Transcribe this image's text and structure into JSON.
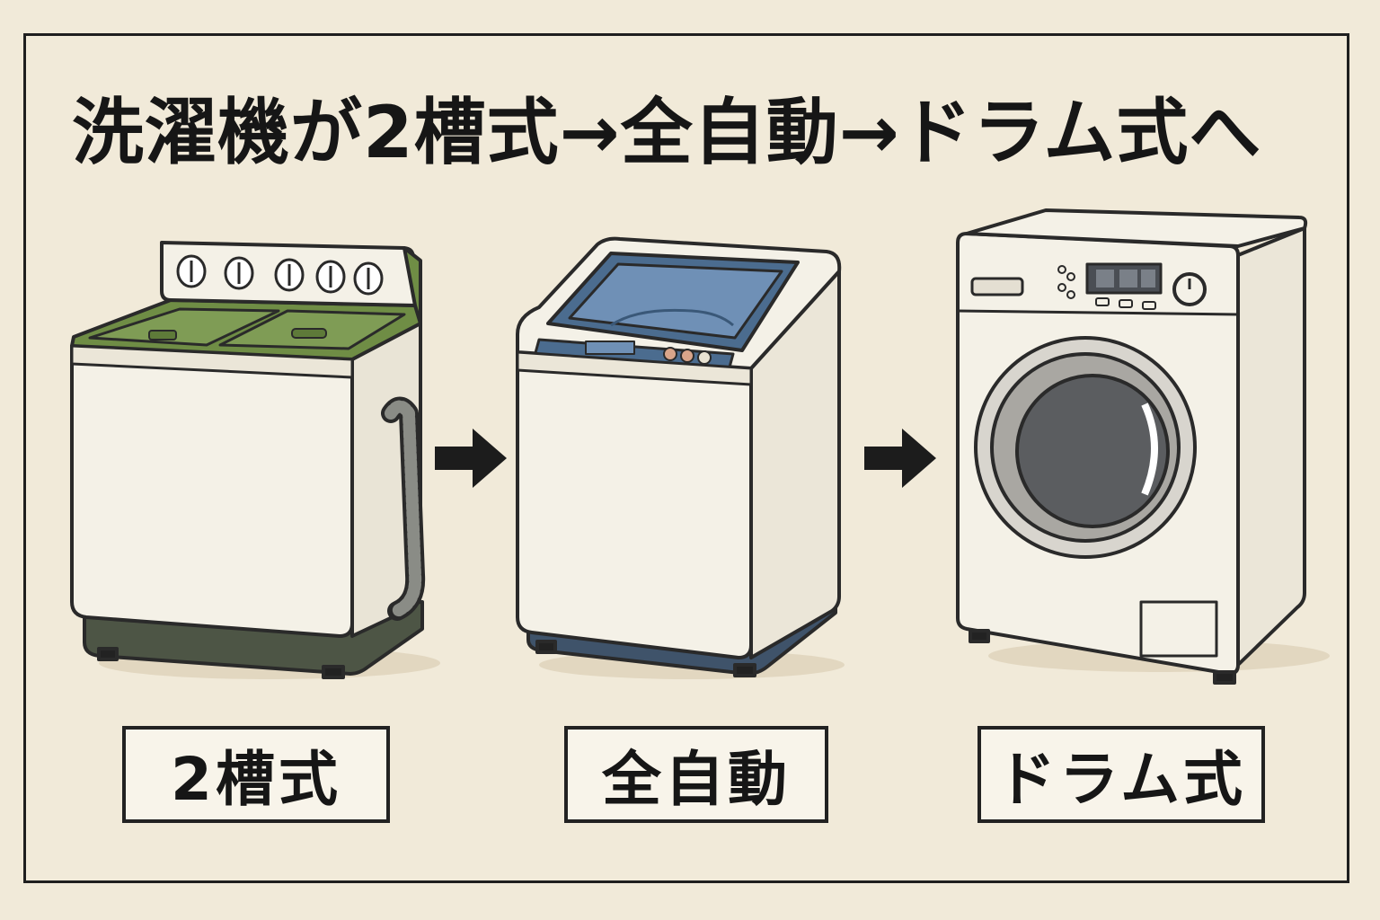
{
  "title": "洗濯機が2槽式→全自動→ドラム式へ",
  "stages": [
    {
      "label": "2槽式",
      "accent": "#6f8d45"
    },
    {
      "label": "全自動",
      "accent": "#4b6c8f"
    },
    {
      "label": "ドラム式",
      "accent": "#9c9a94"
    }
  ],
  "colors": {
    "background": "#f1ead9",
    "body": "#f4f1e7",
    "outline": "#2a2a2a",
    "arrow": "#1c1c1c"
  },
  "icons": [
    "right-arrow-icon",
    "right-arrow-icon"
  ]
}
